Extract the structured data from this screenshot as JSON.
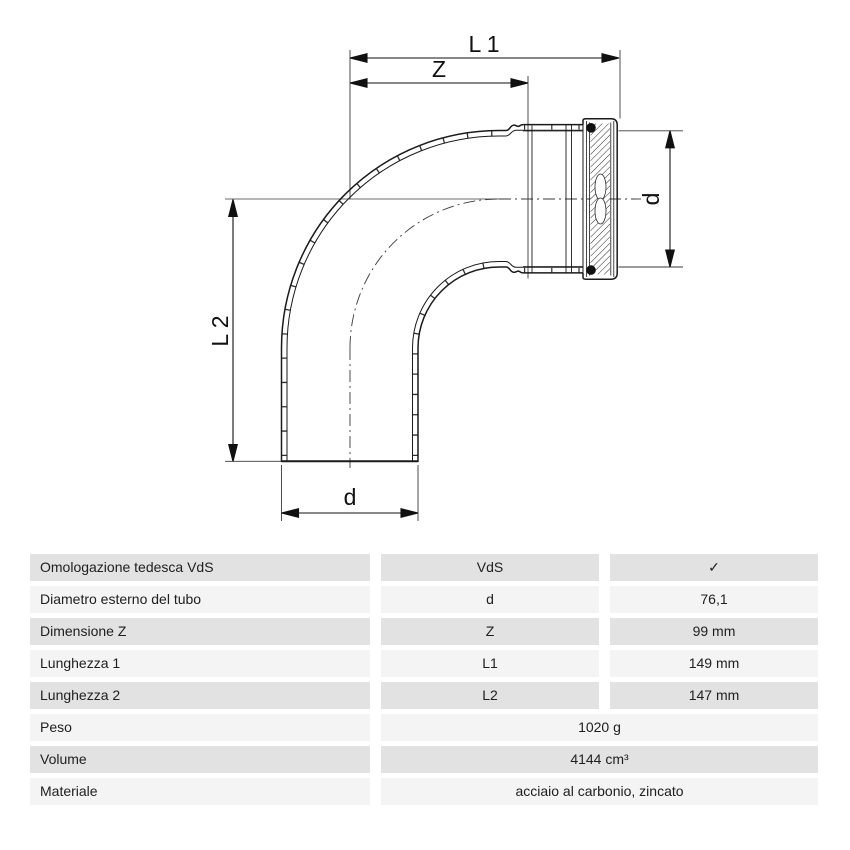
{
  "diagram": {
    "labels": {
      "l1": "L 1",
      "z": "Z",
      "l2": "L 2",
      "d_bottom": "d",
      "d_right": "d"
    }
  },
  "table": {
    "rows": [
      {
        "label": "Omologazione tedesca VdS",
        "symbol": "VdS",
        "value": "✓"
      },
      {
        "label": "Diametro esterno del tubo",
        "symbol": "d",
        "value": "76,1"
      },
      {
        "label": "Dimensione Z",
        "symbol": "Z",
        "value": "99 mm"
      },
      {
        "label": "Lunghezza 1",
        "symbol": "L1",
        "value": "149 mm"
      },
      {
        "label": "Lunghezza 2",
        "symbol": "L2",
        "value": "147 mm"
      },
      {
        "label": "Peso",
        "value": "1020 g"
      },
      {
        "label": "Volume",
        "value": "4144 cm³"
      },
      {
        "label": "Materiale",
        "value": "acciaio al carbonio, zincato"
      }
    ]
  },
  "colors": {
    "row_dark": "#e2e2e2",
    "row_light": "#f4f4f4",
    "line": "#1a1a1a",
    "text": "#202020"
  }
}
